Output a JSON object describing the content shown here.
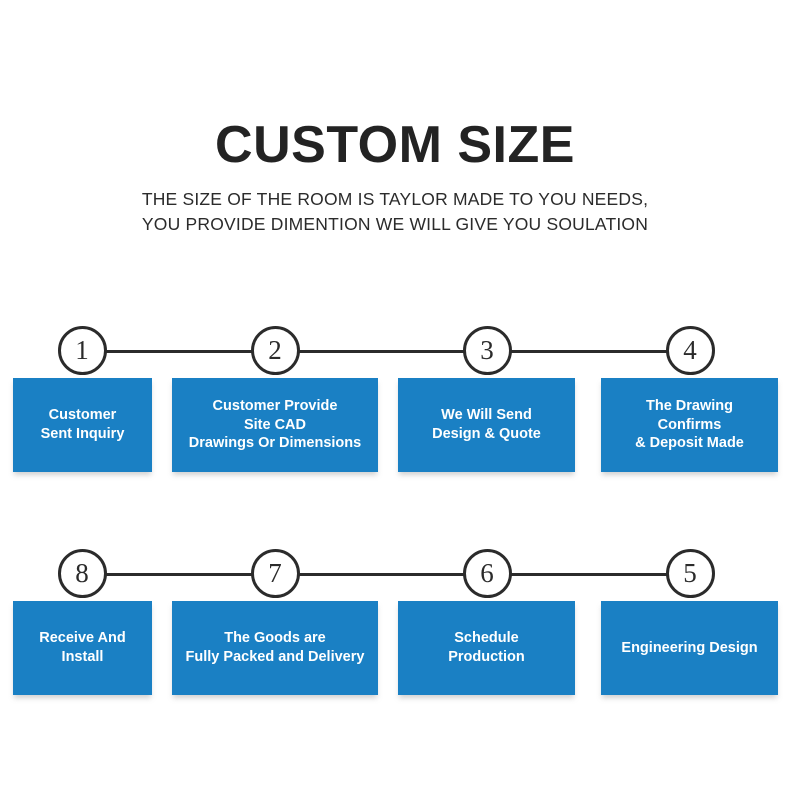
{
  "header": {
    "title": "CUSTOM SIZE",
    "subtitle_line_1": "THE SIZE OF THE ROOM IS TAYLOR MADE TO YOU NEEDS,",
    "subtitle_line_2": "YOU PROVIDE DIMENTION WE WILL GIVE YOU SOULATION"
  },
  "colors": {
    "box_blue": "#1a80c4",
    "text_dark": "#232323",
    "box_text": "#ffffff",
    "background": "#ffffff"
  },
  "rows": [
    {
      "steps": [
        {
          "number": "1",
          "lines": [
            "Customer",
            "Sent Inquiry"
          ]
        },
        {
          "number": "2",
          "lines": [
            "Customer Provide",
            "Site CAD",
            "Drawings Or Dimensions"
          ]
        },
        {
          "number": "3",
          "lines": [
            "We Will Send",
            "Design & Quote"
          ]
        },
        {
          "number": "4",
          "lines": [
            "The Drawing",
            "Confirms",
            "&  Deposit Made"
          ]
        }
      ]
    },
    {
      "steps": [
        {
          "number": "8",
          "lines": [
            "Receive And",
            "Install"
          ]
        },
        {
          "number": "7",
          "lines": [
            "The Goods are",
            "Fully Packed and Delivery"
          ]
        },
        {
          "number": "6",
          "lines": [
            "Schedule",
            "Production"
          ]
        },
        {
          "number": "5",
          "lines": [
            "Engineering Design"
          ]
        }
      ]
    }
  ]
}
